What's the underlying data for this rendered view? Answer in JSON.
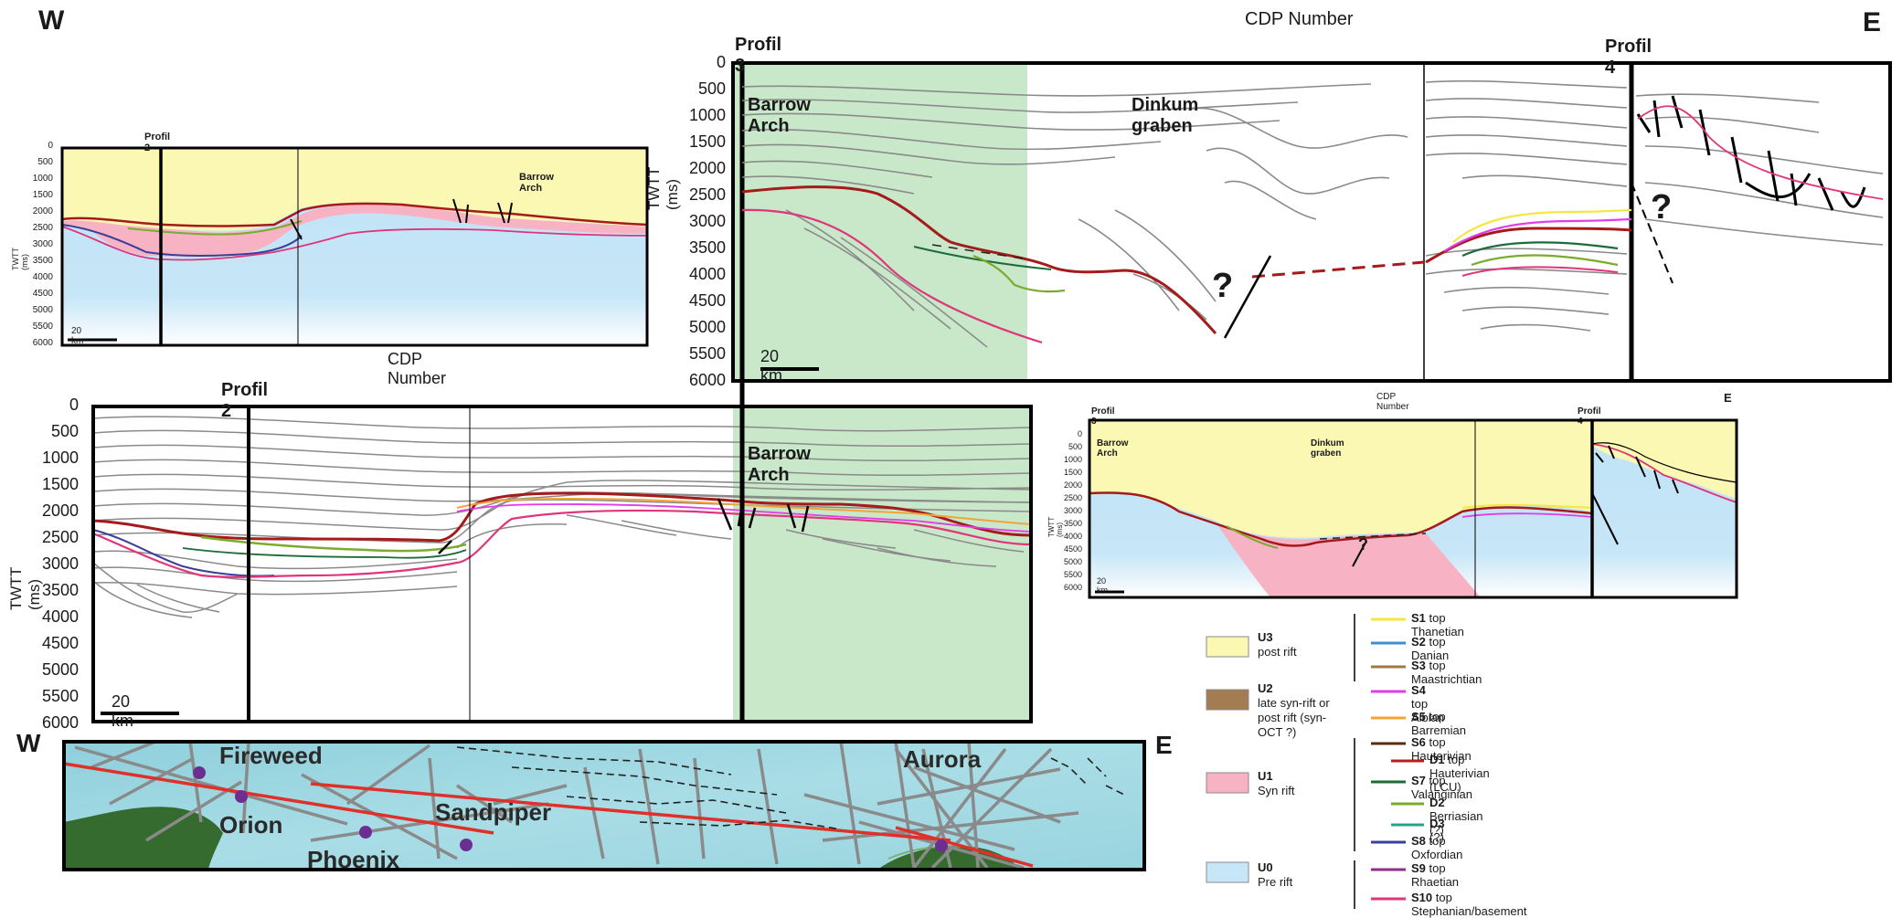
{
  "header": {
    "west_label": "W",
    "east_label": "E",
    "top_axis_title": "CDP Number"
  },
  "panel_top_right": {
    "profil_left": "Profil 3",
    "profil_right": "Profil 4",
    "ylabel": "TWTT (ms)",
    "yticks": [
      "0",
      "500",
      "1000",
      "1500",
      "2000",
      "2500",
      "3000",
      "3500",
      "4000",
      "4500",
      "5000",
      "5500",
      "6000"
    ],
    "label_barrow": "Barrow Arch",
    "label_dinkum": "Dinkum graben",
    "question_1": "?",
    "question_2": "?",
    "scale": "20 km"
  },
  "panel_top_left": {
    "profil": "Profil 2",
    "label_barrow": "Barrow Arch",
    "ylabel": "TWTT (ms)",
    "yticks": [
      "0",
      "500",
      "1000",
      "1500",
      "2000",
      "2500",
      "3000",
      "3500",
      "4000",
      "4500",
      "5000",
      "5500",
      "6000"
    ],
    "scale": "20 km",
    "cdp": "CDP Number"
  },
  "panel_mid_left": {
    "profil": "Profil 2",
    "label_barrow": "Barrow Arch",
    "ylabel": "TWTT (ms)",
    "yticks": [
      "0",
      "500",
      "1000",
      "1500",
      "2000",
      "2500",
      "3000",
      "3500",
      "4000",
      "4500",
      "5000",
      "5500",
      "6000"
    ],
    "scale": "20 km"
  },
  "panel_small_right": {
    "cdp": "CDP Number",
    "east": "E",
    "profil_left": "Profil 3",
    "profil_right": "Profil 4",
    "label_barrow": "Barrow Arch",
    "label_dinkum": "Dinkum graben",
    "ylabel": "TWTT (ms)",
    "yticks": [
      "0",
      "500",
      "1000",
      "1500",
      "2000",
      "2500",
      "3000",
      "3500",
      "4000",
      "4500",
      "5000",
      "5500",
      "6000"
    ],
    "scale": "20 km",
    "question": "?"
  },
  "map": {
    "west": "W",
    "east": "E",
    "wells": [
      "Fireweed",
      "Orion",
      "Sandpiper",
      "Phoenix",
      "Aurora"
    ]
  },
  "legend": {
    "units": [
      {
        "code": "U3",
        "desc": "post rift",
        "color": "#fbf8b4"
      },
      {
        "code": "U2",
        "desc": "late syn-rift or post rift (syn-OCT ?)",
        "color": "#a47c52"
      },
      {
        "code": "U1",
        "desc": "Syn rift",
        "color": "#f7b3c3"
      },
      {
        "code": "U0",
        "desc": "Pre rift",
        "color": "#c7e6f7"
      }
    ],
    "surfaces": [
      {
        "code": "S1",
        "name": "top Thanetian",
        "color": "#f5e642"
      },
      {
        "code": "S2",
        "name": "top Danian",
        "color": "#3a8fd6"
      },
      {
        "code": "S3",
        "name": "top Maastrichtian",
        "color": "#a07a45"
      },
      {
        "code": "S4",
        "name": "top Albian",
        "color": "#e23be8"
      },
      {
        "code": "S5",
        "name": "top Barremian",
        "color": "#f2a33a"
      },
      {
        "code": "S6",
        "name": "top Hauterivian",
        "color": "#5a2d12"
      },
      {
        "code": "D1",
        "name": "top Hauterivian (LCU)",
        "color": "#b3201e"
      },
      {
        "code": "S7",
        "name": "top Valanginian",
        "color": "#1e6b3a"
      },
      {
        "code": "D2",
        "name": "Berriasian (?)",
        "color": "#7aab2c"
      },
      {
        "code": "D3",
        "name": "(?)",
        "color": "#27a38a"
      },
      {
        "code": "S8",
        "name": "top Oxfordian",
        "color": "#3b3f9a"
      },
      {
        "code": "S9",
        "name": "top Rhaetian",
        "color": "#8e2e8a"
      },
      {
        "code": "S10",
        "name": "top Stephanian/basement",
        "color": "#e0357a"
      }
    ]
  }
}
